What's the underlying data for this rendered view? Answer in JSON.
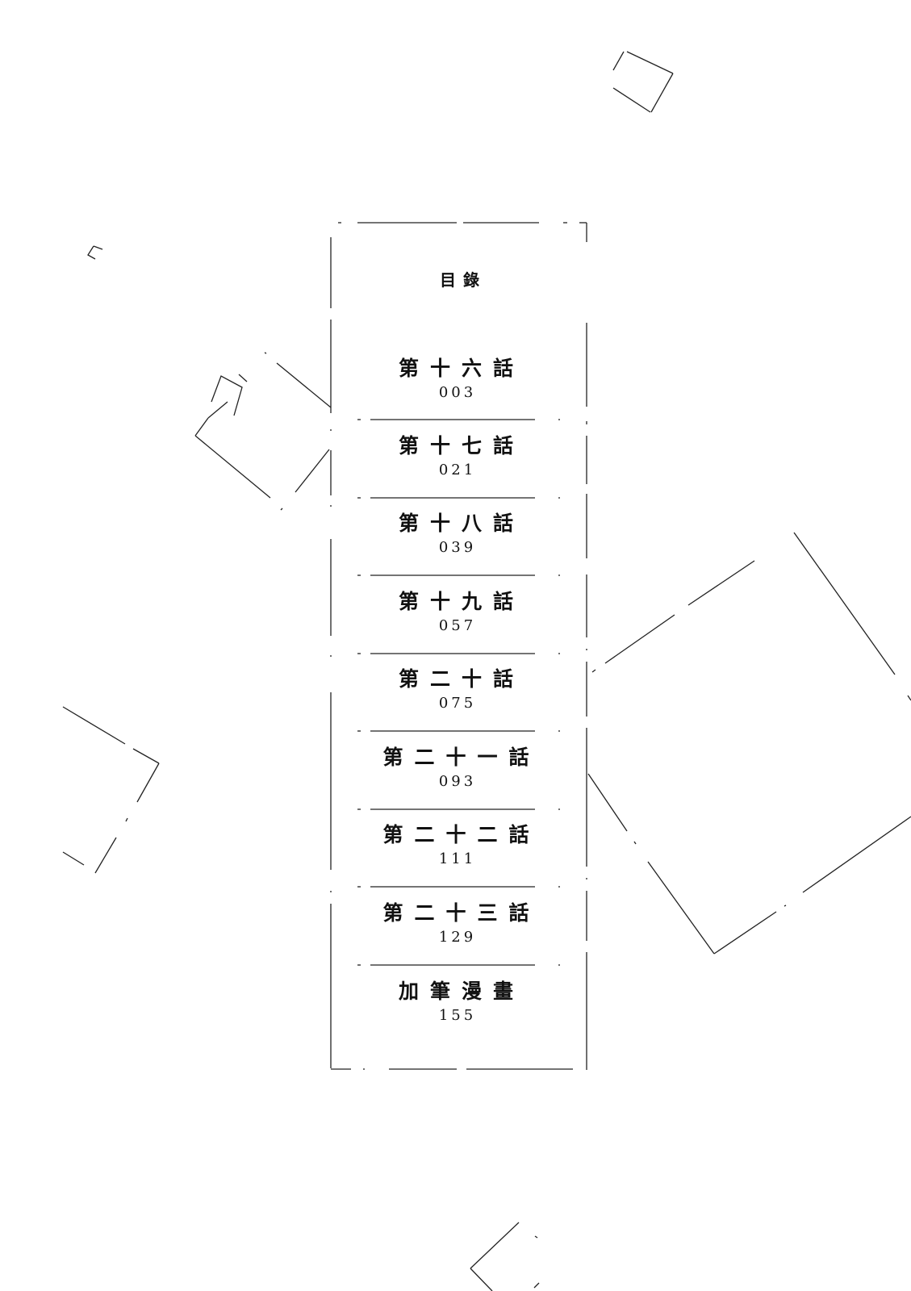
{
  "toc": {
    "title": "目錄",
    "entries": [
      {
        "title": "第十六話",
        "page": "003"
      },
      {
        "title": "第十七話",
        "page": "021"
      },
      {
        "title": "第十八話",
        "page": "039"
      },
      {
        "title": "第十九話",
        "page": "057"
      },
      {
        "title": "第二十話",
        "page": "075"
      },
      {
        "title": "第二十一話",
        "page": "093"
      },
      {
        "title": "第二十二話",
        "page": "111"
      },
      {
        "title": "第二十三話",
        "page": "129"
      },
      {
        "title": "加筆漫畫",
        "page": "155"
      }
    ]
  }
}
